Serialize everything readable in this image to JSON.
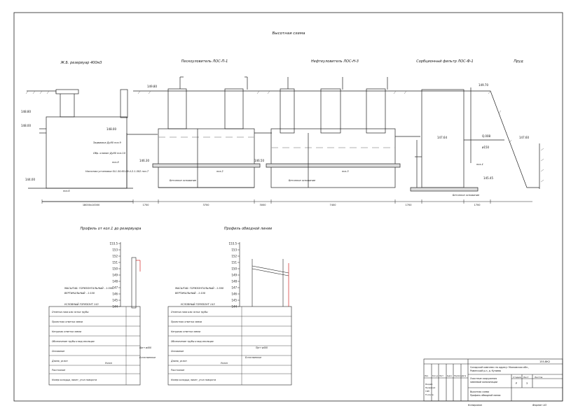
{
  "drawing": {
    "title": "Высотная схема",
    "structures": {
      "reservoir": "Ж.Б. резервуар 400м3",
      "sand_trap": "Пескоуловитель ЛОС-П-1",
      "oil_trap": "Нефтеуловитель ЛОС-Н-3",
      "sorption": "Сорбционный фильтр ЛОС-Ф-1",
      "pond": "Пруд"
    },
    "elevations": {
      "e1": "148.80",
      "e2": "148.00",
      "e3": "144.00",
      "e4": "149.80",
      "e5": "146.30",
      "e6": "146.50",
      "e7": "149.70",
      "e8": "147.64",
      "e9": "147.60",
      "e10": "145.45",
      "e11": "148.00"
    },
    "notes": {
      "n1": "Задвижка Ду80 поз.9",
      "n2": "Обр. клапан Ду80 поз.10",
      "n3": "поз.8",
      "n4": "Насосная установка SL1.50.65.09.4.2.1.502 поз.7",
      "n5": "поз.6",
      "n6": "поз.2",
      "n7": "поз.3",
      "n8": "поз.4",
      "n9": "Бетонное основание",
      "n10": "Бетонное основание",
      "n11": "Бетонное основание",
      "n12": "Q.008",
      "n13": "ø150"
    },
    "dims": {
      "d1": "18000x10000",
      "d2": "1700",
      "d3": "3700",
      "d4": "3000",
      "d5": "7400",
      "d6": "1700",
      "d7": "1700"
    }
  },
  "profiles": {
    "left_title": "Профиль от кол.1 до резервуара",
    "right_title": "Профиль обводной линии",
    "scale_ticks": [
      "153.5",
      "153",
      "152",
      "151",
      "150",
      "149",
      "148",
      "147",
      "146",
      "145",
      "144"
    ],
    "scale_h": "МАСШТАБ: ГОРИЗОНТАЛЬНЫЙ - 1:500",
    "scale_v": "ВЕРТИКАЛЬНЫЙ - 1:100",
    "horizon": "УСЛОВНЫЙ ГОРИЗОНТ 143",
    "rows": [
      "Отметка низа или лотка трубы",
      "Проектная отметка земли",
      "Натурная отметка земли",
      "Обозначение трубы и вид изоляции",
      "Основание",
      "Длина, уклон",
      "Расстояние",
      "Номер колодца, пикет, угол поворота"
    ],
    "pipe_label": "Пргт ø400",
    "base_label": "Естественное",
    "slope_label": "Уклон"
  },
  "stamp": {
    "code": "155-ВК2",
    "org_line1": "Складской комплекс по адресу: Московская обл.,",
    "org_line2": "Раменский р-н, д. Кузяево",
    "obj_line1": "Очистные сооружения",
    "obj_line2": "ливневой канализации",
    "sheet_line1": "Высотная схема",
    "sheet_line2": "Профиль обводной линии",
    "stage_h": "Стадия",
    "sheet_h": "Лист",
    "sheets_h": "Листов",
    "stage": "Р",
    "sheet": "3",
    "roles": [
      "Разраб.",
      "Проверил",
      "ГИП",
      "Н.контр."
    ],
    "cols": [
      "Изм.",
      "Кол.уч",
      "Лист",
      "№док",
      "Подпись",
      "Дата"
    ]
  },
  "footer": {
    "copied": "Копировал",
    "format": "Формат А3"
  }
}
